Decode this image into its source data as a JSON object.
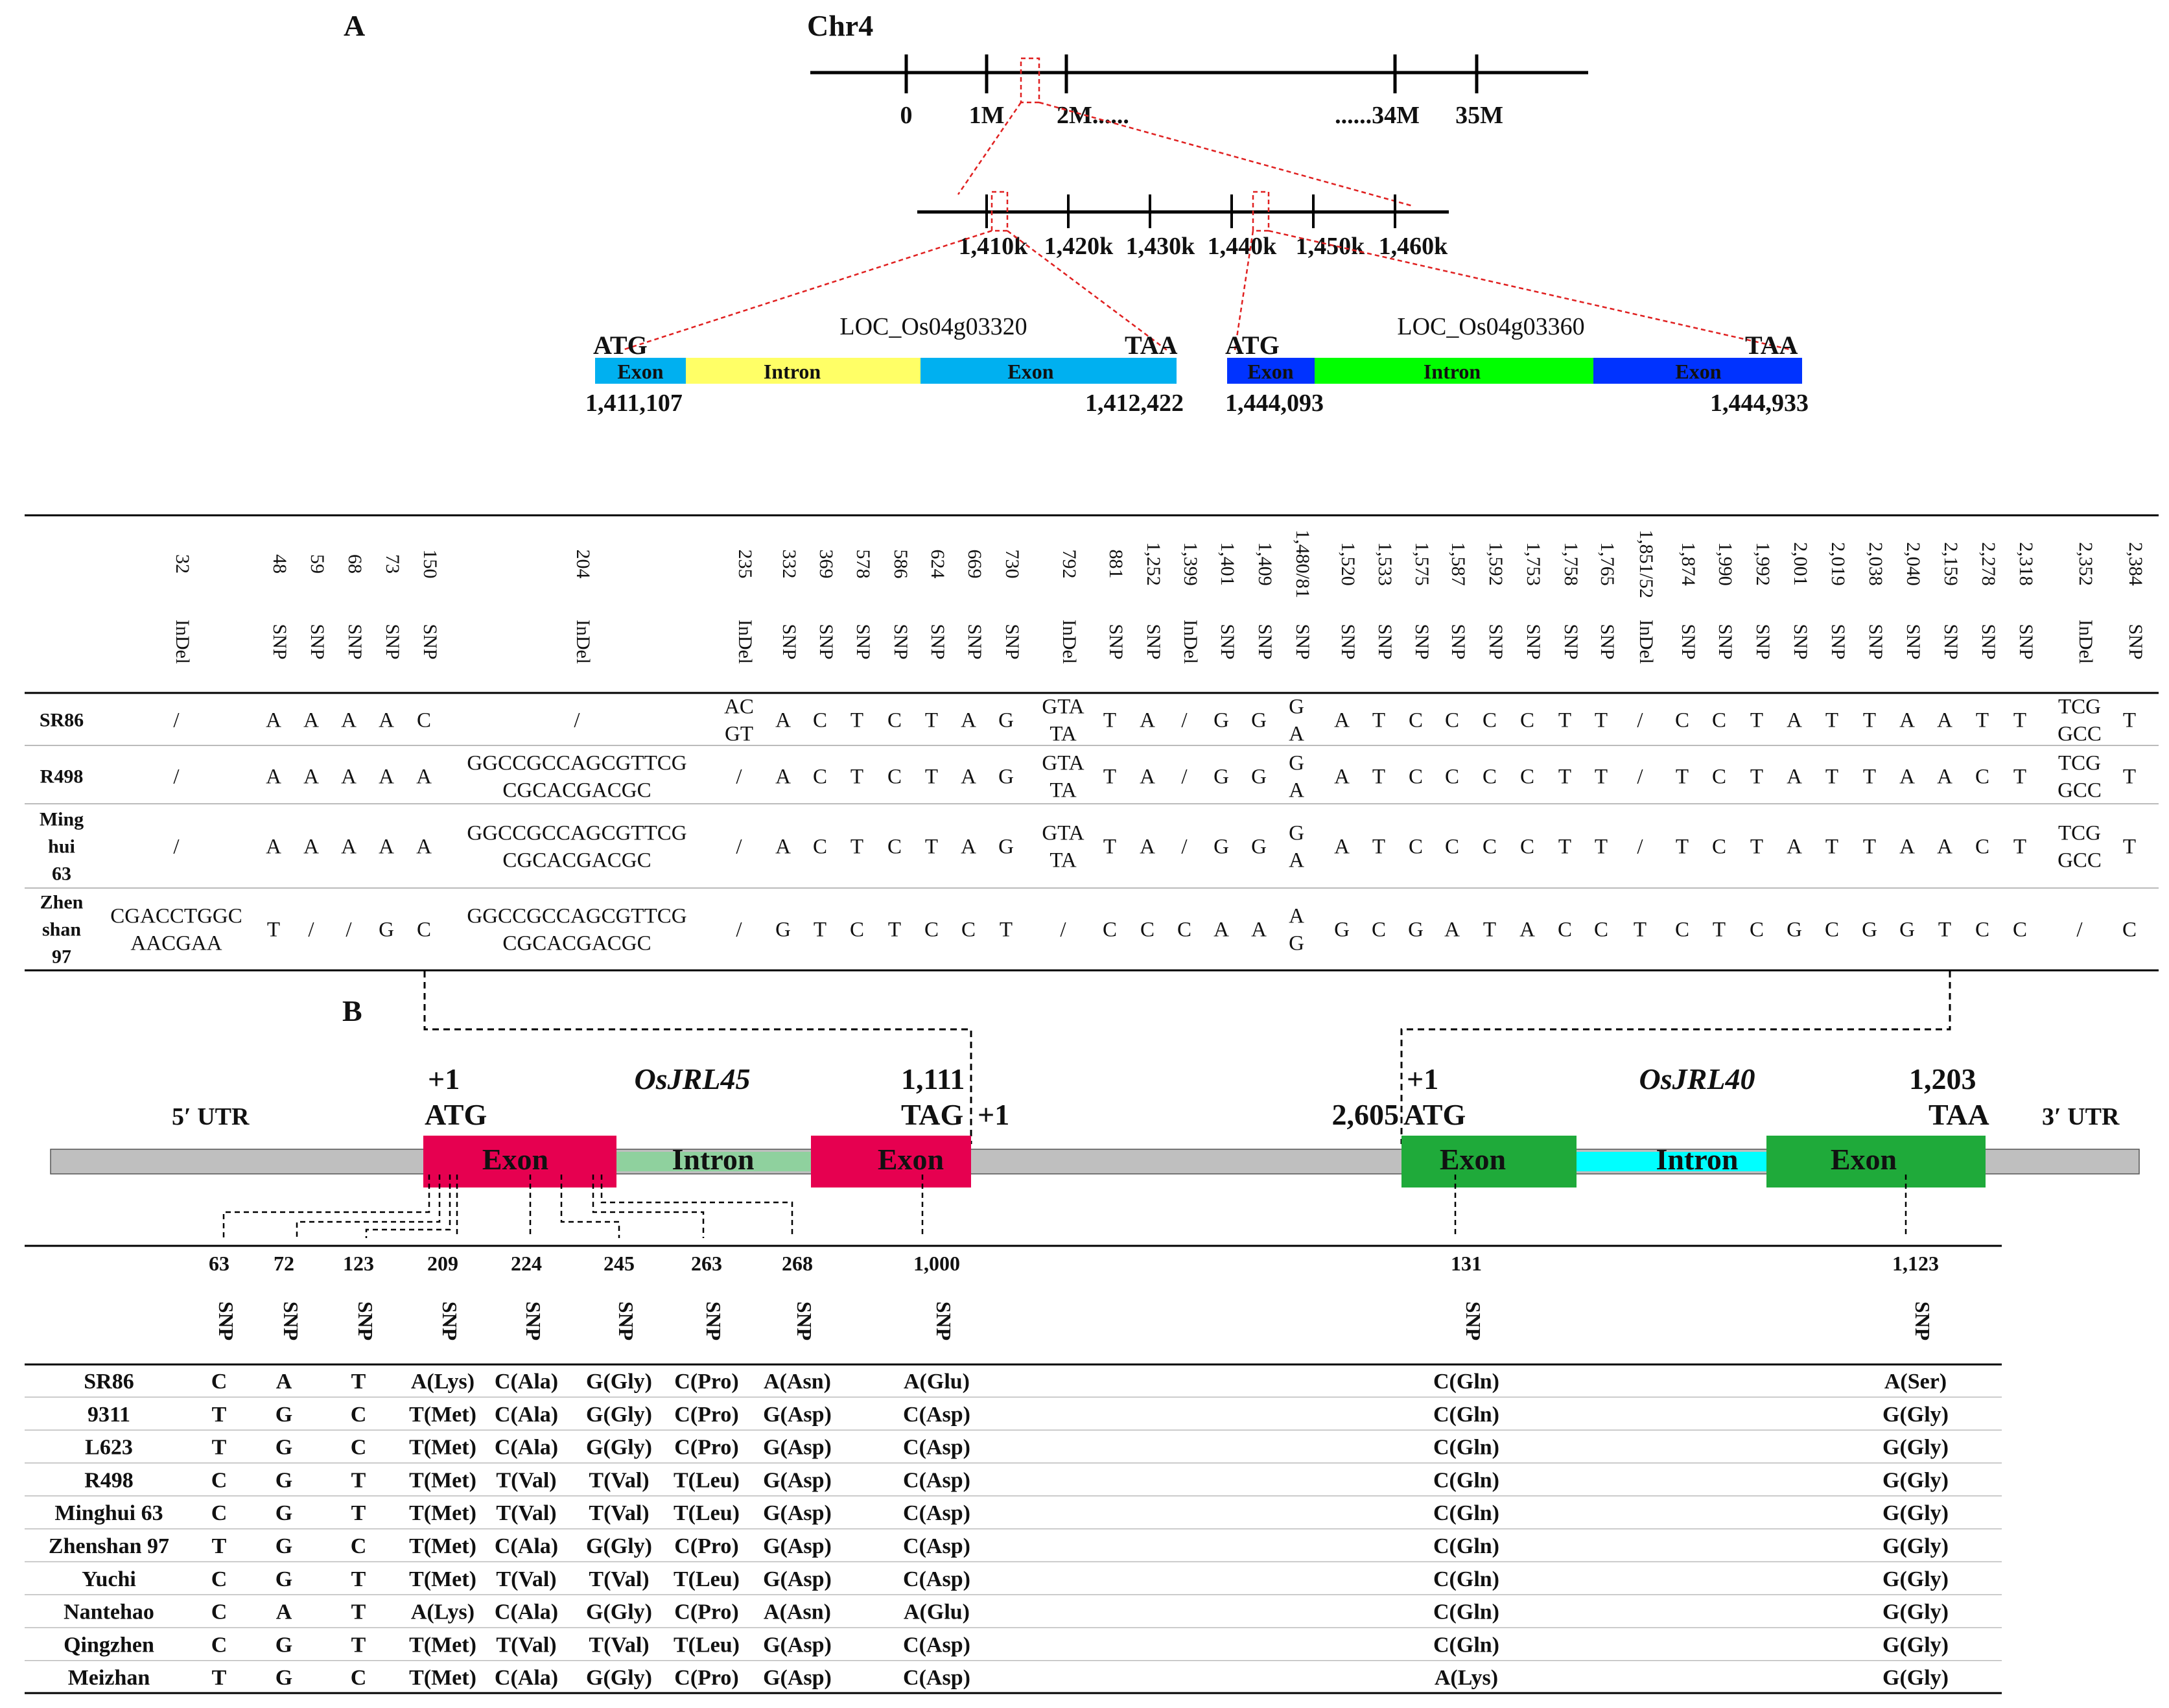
{
  "panelA": {
    "label": "A",
    "chr": {
      "title": "Chr4",
      "ticks": [
        "0",
        "1M",
        "2M......",
        "......34M",
        "35M"
      ]
    },
    "zoom": {
      "ticks": [
        "1,410k",
        "1,420k",
        "1,430k",
        "1,440k",
        "1,450k",
        "1,460k"
      ]
    },
    "genes": [
      {
        "name": "LOC_Os04g03320",
        "start_codon": "ATG",
        "stop_codon": "TAA",
        "start_pos": "1,411,107",
        "end_pos": "1,412,422",
        "exon_color": "#00b0f0",
        "intron_color": "#ffff66",
        "labels": [
          "Exon",
          "Intron",
          "Exon"
        ]
      },
      {
        "name": "LOC_Os04g03360",
        "start_codon": "ATG",
        "stop_codon": "TAA",
        "start_pos": "1,444,093",
        "end_pos": "1,444,933",
        "exon_color": "#0033ff",
        "intron_color": "#00ff00",
        "labels": [
          "Exon",
          "Intron",
          "Exon"
        ]
      }
    ],
    "table": {
      "positions": [
        "32",
        "48",
        "59",
        "68",
        "73",
        "150",
        "204",
        "235",
        "332",
        "369",
        "578",
        "586",
        "624",
        "669",
        "730",
        "792",
        "881",
        "1,252",
        "1,399",
        "1,401",
        "1,409",
        "1,480/81",
        "1,520",
        "1,533",
        "1,575",
        "1,587",
        "1,592",
        "1,753",
        "1,758",
        "1,765",
        "1,851/52",
        "1,874",
        "1,990",
        "1,992",
        "2,001",
        "2,019",
        "2,038",
        "2,040",
        "2,159",
        "2,278",
        "2,318",
        "2,352",
        "2,384"
      ],
      "types": [
        "InDel",
        "SNP",
        "SNP",
        "SNP",
        "SNP",
        "SNP",
        "InDel",
        "InDel",
        "SNP",
        "SNP",
        "SNP",
        "SNP",
        "SNP",
        "SNP",
        "SNP",
        "InDel",
        "SNP",
        "SNP",
        "InDel",
        "SNP",
        "SNP",
        "SNP",
        "SNP",
        "SNP",
        "SNP",
        "SNP",
        "SNP",
        "SNP",
        "SNP",
        "SNP",
        "InDel",
        "SNP",
        "SNP",
        "SNP",
        "SNP",
        "SNP",
        "SNP",
        "SNP",
        "SNP",
        "SNP",
        "SNP",
        "InDel",
        "SNP"
      ],
      "rows": [
        {
          "name": [
            "SR86"
          ],
          "cells": [
            [
              "/"
            ],
            [
              "A"
            ],
            [
              "A"
            ],
            [
              "A"
            ],
            [
              "A"
            ],
            [
              "C"
            ],
            [
              "/"
            ],
            [
              "AC",
              "GT"
            ],
            [
              "A"
            ],
            [
              "C"
            ],
            [
              "T"
            ],
            [
              "C"
            ],
            [
              "T"
            ],
            [
              "A"
            ],
            [
              "G"
            ],
            [
              "GTA",
              "TA"
            ],
            [
              "T"
            ],
            [
              "A"
            ],
            [
              "/"
            ],
            [
              "G"
            ],
            [
              "G"
            ],
            [
              "G",
              "A"
            ],
            [
              "A"
            ],
            [
              "T"
            ],
            [
              "C"
            ],
            [
              "C"
            ],
            [
              "C"
            ],
            [
              "C"
            ],
            [
              "T"
            ],
            [
              "T"
            ],
            [
              "/"
            ],
            [
              "C"
            ],
            [
              "C"
            ],
            [
              "T"
            ],
            [
              "A"
            ],
            [
              "T"
            ],
            [
              "T"
            ],
            [
              "A"
            ],
            [
              "A"
            ],
            [
              "T"
            ],
            [
              "T"
            ],
            [
              "TCG",
              "GCC"
            ],
            [
              "T"
            ]
          ]
        },
        {
          "name": [
            "R498"
          ],
          "cells": [
            [
              "/"
            ],
            [
              "A"
            ],
            [
              "A"
            ],
            [
              "A"
            ],
            [
              "A"
            ],
            [
              "A"
            ],
            [
              "GGCCGCCAGCGTTCG",
              "CGCACGACGC"
            ],
            [
              "/"
            ],
            [
              "A"
            ],
            [
              "C"
            ],
            [
              "T"
            ],
            [
              "C"
            ],
            [
              "T"
            ],
            [
              "A"
            ],
            [
              "G"
            ],
            [
              "GTA",
              "TA"
            ],
            [
              "T"
            ],
            [
              "A"
            ],
            [
              "/"
            ],
            [
              "G"
            ],
            [
              "G"
            ],
            [
              "G",
              "A"
            ],
            [
              "A"
            ],
            [
              "T"
            ],
            [
              "C"
            ],
            [
              "C"
            ],
            [
              "C"
            ],
            [
              "C"
            ],
            [
              "T"
            ],
            [
              "T"
            ],
            [
              "/"
            ],
            [
              "T"
            ],
            [
              "C"
            ],
            [
              "T"
            ],
            [
              "A"
            ],
            [
              "T"
            ],
            [
              "T"
            ],
            [
              "A"
            ],
            [
              "A"
            ],
            [
              "C"
            ],
            [
              "T"
            ],
            [
              "TCG",
              "GCC"
            ],
            [
              "T"
            ]
          ]
        },
        {
          "name": [
            "Ming",
            "hui",
            "63"
          ],
          "cells": [
            [
              "/"
            ],
            [
              "A"
            ],
            [
              "A"
            ],
            [
              "A"
            ],
            [
              "A"
            ],
            [
              "A"
            ],
            [
              "GGCCGCCAGCGTTCG",
              "CGCACGACGC"
            ],
            [
              "/"
            ],
            [
              "A"
            ],
            [
              "C"
            ],
            [
              "T"
            ],
            [
              "C"
            ],
            [
              "T"
            ],
            [
              "A"
            ],
            [
              "G"
            ],
            [
              "GTA",
              "TA"
            ],
            [
              "T"
            ],
            [
              "A"
            ],
            [
              "/"
            ],
            [
              "G"
            ],
            [
              "G"
            ],
            [
              "G",
              "A"
            ],
            [
              "A"
            ],
            [
              "T"
            ],
            [
              "C"
            ],
            [
              "C"
            ],
            [
              "C"
            ],
            [
              "C"
            ],
            [
              "T"
            ],
            [
              "T"
            ],
            [
              "/"
            ],
            [
              "T"
            ],
            [
              "C"
            ],
            [
              "T"
            ],
            [
              "A"
            ],
            [
              "T"
            ],
            [
              "T"
            ],
            [
              "A"
            ],
            [
              "A"
            ],
            [
              "C"
            ],
            [
              "T"
            ],
            [
              "TCG",
              "GCC"
            ],
            [
              "T"
            ]
          ]
        },
        {
          "name": [
            "Zhen",
            "shan",
            "97"
          ],
          "cells": [
            [
              "CGACCTGGC",
              "AACGAA"
            ],
            [
              "T"
            ],
            [
              "/"
            ],
            [
              "/"
            ],
            [
              "G"
            ],
            [
              "C"
            ],
            [
              "GGCCGCCAGCGTTCG",
              "CGCACGACGC"
            ],
            [
              "/"
            ],
            [
              "G"
            ],
            [
              "T"
            ],
            [
              "C"
            ],
            [
              "T"
            ],
            [
              "C"
            ],
            [
              "C"
            ],
            [
              "T"
            ],
            [
              "/"
            ],
            [
              "C"
            ],
            [
              "C"
            ],
            [
              "C"
            ],
            [
              "A"
            ],
            [
              "A"
            ],
            [
              "A",
              "G"
            ],
            [
              "G"
            ],
            [
              "C"
            ],
            [
              "G"
            ],
            [
              "A"
            ],
            [
              "T"
            ],
            [
              "A"
            ],
            [
              "C"
            ],
            [
              "C"
            ],
            [
              "T"
            ],
            [
              "C"
            ],
            [
              "T"
            ],
            [
              "C"
            ],
            [
              "G"
            ],
            [
              "C"
            ],
            [
              "G"
            ],
            [
              "G"
            ],
            [
              "T"
            ],
            [
              "C"
            ],
            [
              "C"
            ],
            [
              "/"
            ],
            [
              "C"
            ]
          ]
        }
      ]
    }
  },
  "panelB": {
    "label": "B",
    "utr5": "5′ UTR",
    "utr3": "3′ UTR",
    "genes": [
      {
        "name": "OsJRL45",
        "plus1": "+1",
        "start": "ATG",
        "end_num": "1,111",
        "stop": "TAG",
        "labels": [
          "Exon",
          "Intron",
          "Exon"
        ]
      },
      {
        "name": "OsJRL40",
        "plus1": "+1",
        "start": "ATG",
        "end_num": "1,203",
        "stop": "TAA",
        "labels": [
          "Exon",
          "Intron",
          "Exon"
        ]
      }
    ],
    "plus1_after": "+1",
    "pos2605": "2,605",
    "colors": {
      "jrl45_exon": "#e60050",
      "jrl45_intron": "#8fd19e",
      "jrl40_exon": "#1faa3a",
      "jrl40_intron": "#00ffff",
      "backbone": "#bfbfbf"
    },
    "positions": [
      "63",
      "72",
      "123",
      "209",
      "224",
      "245",
      "263",
      "268",
      "1,000",
      "131",
      "1,123"
    ],
    "types": [
      "SNP",
      "SNP",
      "SNP",
      "SNP",
      "SNP",
      "SNP",
      "SNP",
      "SNP",
      "SNP",
      "SNP",
      "SNP"
    ],
    "rows": [
      {
        "name": "SR86",
        "cells": [
          "C",
          "A",
          "T",
          "A(Lys)",
          "C(Ala)",
          "G(Gly)",
          "C(Pro)",
          "A(Asn)",
          "A(Glu)",
          "C(Gln)",
          "A(Ser)"
        ]
      },
      {
        "name": "9311",
        "cells": [
          "T",
          "G",
          "C",
          "T(Met)",
          "C(Ala)",
          "G(Gly)",
          "C(Pro)",
          "G(Asp)",
          "C(Asp)",
          "C(Gln)",
          "G(Gly)"
        ]
      },
      {
        "name": "L623",
        "cells": [
          "T",
          "G",
          "C",
          "T(Met)",
          "C(Ala)",
          "G(Gly)",
          "C(Pro)",
          "G(Asp)",
          "C(Asp)",
          "C(Gln)",
          "G(Gly)"
        ]
      },
      {
        "name": "R498",
        "cells": [
          "C",
          "G",
          "T",
          "T(Met)",
          "T(Val)",
          "T(Val)",
          "T(Leu)",
          "G(Asp)",
          "C(Asp)",
          "C(Gln)",
          "G(Gly)"
        ]
      },
      {
        "name": "Minghui 63",
        "cells": [
          "C",
          "G",
          "T",
          "T(Met)",
          "T(Val)",
          "T(Val)",
          "T(Leu)",
          "G(Asp)",
          "C(Asp)",
          "C(Gln)",
          "G(Gly)"
        ]
      },
      {
        "name": "Zhenshan 97",
        "cells": [
          "T",
          "G",
          "C",
          "T(Met)",
          "C(Ala)",
          "G(Gly)",
          "C(Pro)",
          "G(Asp)",
          "C(Asp)",
          "C(Gln)",
          "G(Gly)"
        ]
      },
      {
        "name": "Yuchi",
        "cells": [
          "C",
          "G",
          "T",
          "T(Met)",
          "T(Val)",
          "T(Val)",
          "T(Leu)",
          "G(Asp)",
          "C(Asp)",
          "C(Gln)",
          "G(Gly)"
        ]
      },
      {
        "name": "Nantehao",
        "cells": [
          "C",
          "A",
          "T",
          "A(Lys)",
          "C(Ala)",
          "G(Gly)",
          "C(Pro)",
          "A(Asn)",
          "A(Glu)",
          "C(Gln)",
          "G(Gly)"
        ]
      },
      {
        "name": "Qingzhen",
        "cells": [
          "C",
          "G",
          "T",
          "T(Met)",
          "T(Val)",
          "T(Val)",
          "T(Leu)",
          "G(Asp)",
          "C(Asp)",
          "C(Gln)",
          "G(Gly)"
        ]
      },
      {
        "name": "Meizhan",
        "cells": [
          "T",
          "G",
          "C",
          "T(Met)",
          "C(Ala)",
          "G(Gly)",
          "C(Pro)",
          "G(Asp)",
          "C(Asp)",
          "A(Lys)",
          "G(Gly)"
        ]
      }
    ]
  }
}
